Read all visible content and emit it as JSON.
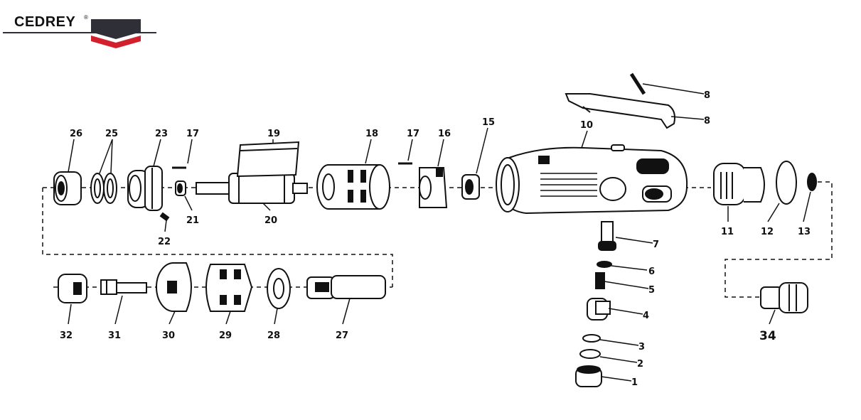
{
  "brand": {
    "name": "CEDREY",
    "reg_mark": "®",
    "colors": {
      "dark": "#2f2f37",
      "red": "#d2202d"
    }
  },
  "part_labels": {
    "p1": "1",
    "p2": "2",
    "p3": "3",
    "p4": "4",
    "p5": "5",
    "p6": "6",
    "p7": "7",
    "p8a": "8",
    "p8b": "8",
    "p10": "10",
    "p11": "11",
    "p12": "12",
    "p13": "13",
    "p15": "15",
    "p16": "16",
    "p17a": "17",
    "p17b": "17",
    "p18": "18",
    "p19": "19",
    "p20": "20",
    "p21": "21",
    "p22": "22",
    "p23": "23",
    "p25": "25",
    "p26": "26",
    "p27": "27",
    "p28": "28",
    "p29": "29",
    "p30": "30",
    "p31": "31",
    "p32": "32",
    "p34": "34"
  }
}
